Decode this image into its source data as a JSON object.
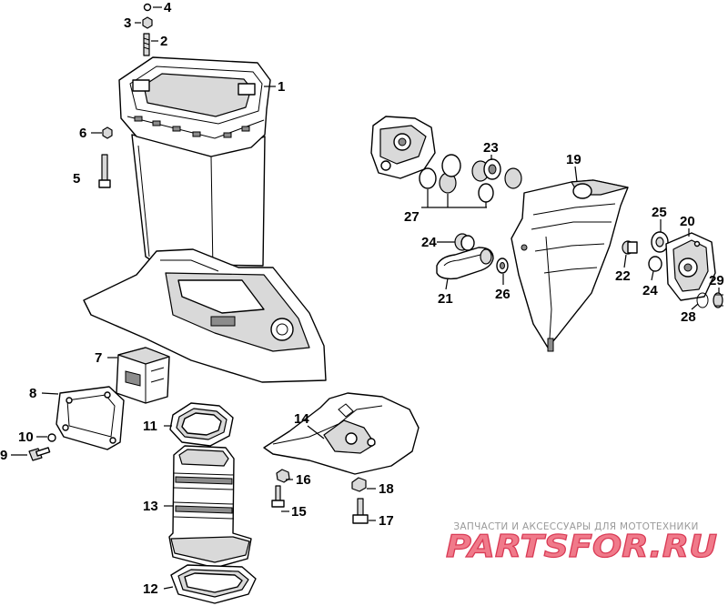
{
  "diagram": {
    "callouts": [
      "4",
      "3",
      "2",
      "1",
      "6",
      "5",
      "23",
      "19",
      "27",
      "24",
      "21",
      "26",
      "25",
      "20",
      "22",
      "24",
      "29",
      "28",
      "7",
      "8",
      "10",
      "9",
      "11",
      "14",
      "13",
      "16",
      "18",
      "15",
      "17",
      "12"
    ]
  },
  "watermark": {
    "subtitle": "ЗАПЧАСТИ И АКСЕССУАРЫ ДЛЯ МОТОТЕХНИКИ",
    "logo": "PARTSFOR.RU"
  },
  "colors": {
    "line": "#000000",
    "shade": "#d9d9d9",
    "logo": "#f07a8a",
    "subtitle": "#9a9a9a"
  }
}
